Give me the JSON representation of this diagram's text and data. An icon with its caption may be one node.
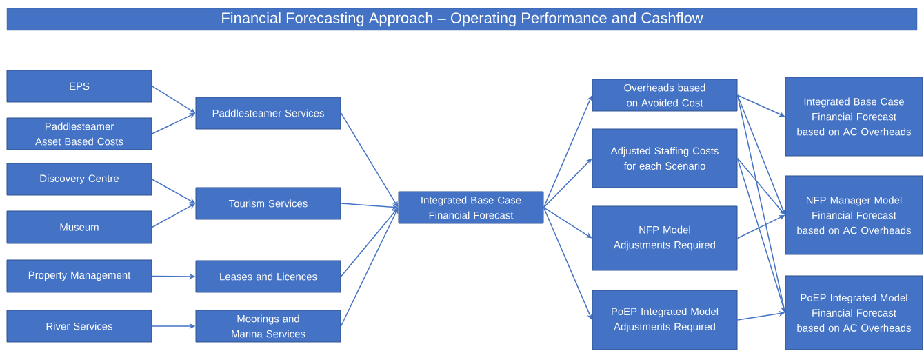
{
  "diagram": {
    "title": "Financial Forecasting Approach – Operating Performance and Cashflow",
    "nodes": [
      {
        "text": [
          "EPS"
        ]
      },
      {
        "text": [
          "Paddlesteamer Asset Based Costs"
        ]
      },
      {
        "text": [
          "Discovery Centre"
        ]
      },
      {
        "text": [
          "Museum"
        ]
      },
      {
        "text": [
          "Property Management"
        ]
      },
      {
        "text": [
          "River Services"
        ]
      },
      {
        "text": [
          "Paddlesteamer Services"
        ]
      },
      {
        "text": [
          "Tourism Services"
        ]
      },
      {
        "text": [
          "Leases and Licences"
        ]
      },
      {
        "text": [
          "Moorings and Marina Services"
        ]
      },
      {
        "text": [
          "Integrated Base Case Financial Forecast"
        ]
      },
      {
        "text": [
          "Overheads based on Avoided Cost"
        ]
      },
      {
        "text": [
          "Adjusted Staffing Costs for each Scenario"
        ]
      },
      {
        "text": [
          "NFP Model Adjustments Required"
        ]
      },
      {
        "text": [
          "PoEP Integrated Model Adjustments Required"
        ]
      },
      {
        "text": [
          "Integrated Base Case Financial Forecast based on AC Overheads"
        ]
      },
      {
        "text": [
          "NFP Manager Model Financial Forecast based on AC Overheads"
        ]
      },
      {
        "text": [
          "PoEP Integrated Model Financial Forecast based on AC Overheads"
        ]
      }
    ],
    "edges": [
      {
        "from": 0,
        "to": 6,
        "arrow": "to"
      },
      {
        "from": 1,
        "to": 6,
        "arrow": "to"
      },
      {
        "from": 2,
        "to": 7,
        "arrow": "to"
      },
      {
        "from": 3,
        "to": 7,
        "arrow": "to"
      },
      {
        "from": 4,
        "to": 8,
        "arrow": "to"
      },
      {
        "from": 5,
        "to": 9,
        "arrow": "to"
      },
      {
        "from": 6,
        "to": 10,
        "arrow": "to"
      },
      {
        "from": 7,
        "to": 10,
        "arrow": "to"
      },
      {
        "from": 8,
        "to": 10,
        "arrow": "to"
      },
      {
        "from": 9,
        "to": 10,
        "arrow": "to"
      },
      {
        "from": 10,
        "to": 11,
        "arrow": "to"
      },
      {
        "from": 10,
        "to": 12,
        "arrow": "to"
      },
      {
        "from": 10,
        "to": 13,
        "arrow": "to"
      },
      {
        "from": 10,
        "to": 14,
        "arrow": "to"
      },
      {
        "from": 11,
        "to": 15,
        "arrow": "to"
      },
      {
        "from": 11,
        "to": 16,
        "arrow": "to"
      },
      {
        "from": 11,
        "to": 17,
        "arrow": "to"
      },
      {
        "from": 12,
        "to": 16,
        "arrow": "to"
      },
      {
        "from": 12,
        "to": 17,
        "arrow": "to"
      },
      {
        "from": 13,
        "to": 16,
        "arrow": "to"
      },
      {
        "from": 14,
        "to": 17,
        "arrow": "to"
      }
    ]
  }
}
